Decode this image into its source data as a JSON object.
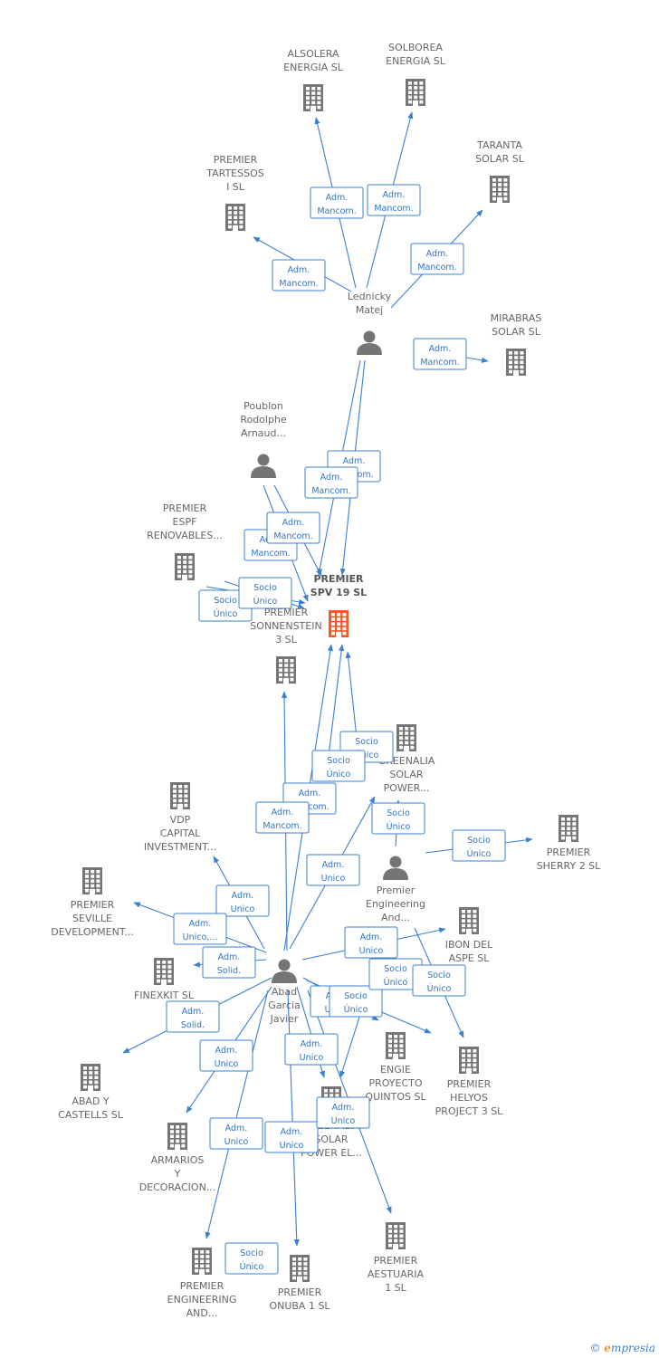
{
  "colors": {
    "building": "#757575",
    "focus": "#f05a28",
    "person": "#757575",
    "edge": "#3a80d0"
  },
  "nodes": [
    {
      "id": "spv19",
      "type": "company",
      "focus": true,
      "label": [
        "PREMIER",
        "SPV 19  SL"
      ]
    },
    {
      "id": "lednicky",
      "type": "person",
      "label": [
        "Lednicky",
        "Matej"
      ]
    },
    {
      "id": "abad",
      "type": "person",
      "label": [
        "Abad",
        "Garcia",
        "Javier"
      ]
    },
    {
      "id": "poublon",
      "type": "person",
      "label": [
        "Poublon",
        "Rodolphe",
        "Arnaud..."
      ]
    },
    {
      "id": "premeng",
      "type": "person",
      "label": [
        "Premier",
        "Engineering",
        "And..."
      ]
    },
    {
      "id": "alsolera",
      "type": "company",
      "label": [
        "ALSOLERA",
        "ENERGIA  SL"
      ]
    },
    {
      "id": "solborea",
      "type": "company",
      "label": [
        "SOLBOREA",
        "ENERGIA  SL"
      ]
    },
    {
      "id": "taranta",
      "type": "company",
      "label": [
        "TARANTA",
        "SOLAR  SL"
      ]
    },
    {
      "id": "tartessos",
      "type": "company",
      "label": [
        "PREMIER",
        "TARTESSOS",
        "I  SL"
      ]
    },
    {
      "id": "mirabras",
      "type": "company",
      "label": [
        "MIRABRAS",
        "SOLAR  SL"
      ]
    },
    {
      "id": "espf",
      "type": "company",
      "label": [
        "PREMIER",
        "ESPF",
        "RENOVABLES..."
      ]
    },
    {
      "id": "sonnenstein",
      "type": "company",
      "label": [
        "PREMIER",
        "SONNENSTEIN",
        "3  SL"
      ]
    },
    {
      "id": "greenalia1",
      "type": "company",
      "label": [
        "GREENALIA",
        "SOLAR",
        "POWER..."
      ]
    },
    {
      "id": "vdp",
      "type": "company",
      "label": [
        "VDP",
        "CAPITAL",
        "INVESTMENT..."
      ]
    },
    {
      "id": "sherry",
      "type": "company",
      "label": [
        "PREMIER",
        "SHERRY 2  SL"
      ]
    },
    {
      "id": "seville",
      "type": "company",
      "label": [
        "PREMIER",
        "SEVILLE",
        "DEVELOPMENT..."
      ]
    },
    {
      "id": "ibon",
      "type": "company",
      "label": [
        "IBON DEL",
        "ASPE SL"
      ]
    },
    {
      "id": "finexkit",
      "type": "company",
      "label": [
        "FINEXKIT SL"
      ]
    },
    {
      "id": "abadcast",
      "type": "company",
      "label": [
        "ABAD Y",
        "CASTELLS SL"
      ]
    },
    {
      "id": "engie",
      "type": "company",
      "label": [
        "ENGIE",
        "PROYECTO",
        "QUINTOS  SL"
      ]
    },
    {
      "id": "helyos",
      "type": "company",
      "label": [
        "PREMIER",
        "HELYOS",
        "PROJECT 3  SL"
      ]
    },
    {
      "id": "greenalia2",
      "type": "company",
      "label": [
        "GREENALIA",
        "SOLAR",
        "POWER EL..."
      ]
    },
    {
      "id": "armarios",
      "type": "company",
      "label": [
        "ARMARIOS",
        "Y",
        "DECORACION..."
      ]
    },
    {
      "id": "aestuaria",
      "type": "company",
      "label": [
        "PREMIER",
        "AESTUARIA",
        "1  SL"
      ]
    },
    {
      "id": "premeng2",
      "type": "company",
      "label": [
        "PREMIER",
        "ENGINEERING",
        "AND..."
      ]
    },
    {
      "id": "onuba",
      "type": "company",
      "label": [
        "PREMIER",
        "ONUBA 1  SL"
      ]
    }
  ],
  "edges": [
    {
      "label": [
        "Adm.",
        "Mancom."
      ]
    },
    {
      "label": [
        "Adm.",
        "Mancom."
      ]
    },
    {
      "label": [
        "Adm.",
        "Mancom."
      ]
    },
    {
      "label": [
        "Adm.",
        "Mancom."
      ]
    },
    {
      "label": [
        "Adm.",
        "Mancom."
      ]
    },
    {
      "label": [
        "Adm.",
        "Mancom."
      ]
    },
    {
      "label": [
        "Adm.",
        "Mancom."
      ]
    },
    {
      "label": [
        "Adm.",
        "Mancom."
      ]
    },
    {
      "label": [
        "Adm.",
        "Mancom."
      ]
    },
    {
      "label": [
        "Socio",
        "Único"
      ]
    },
    {
      "label": [
        "Socio",
        "Único"
      ]
    },
    {
      "label": [
        "Socio",
        "Único"
      ]
    },
    {
      "label": [
        "Socio",
        "Único"
      ]
    },
    {
      "label": [
        "Adm.",
        "Mancom."
      ]
    },
    {
      "label": [
        "Adm.",
        "Mancom."
      ]
    },
    {
      "label": [
        "Socio",
        "Único"
      ]
    },
    {
      "label": [
        "Socio",
        "Único"
      ]
    },
    {
      "label": [
        "Adm.",
        "Unico"
      ]
    },
    {
      "label": [
        "Adm.",
        "Unico"
      ]
    },
    {
      "label": [
        "Adm.",
        "Unico,..."
      ]
    },
    {
      "label": [
        "Adm.",
        "Solid."
      ]
    },
    {
      "label": [
        "Adm.",
        "Solid."
      ]
    },
    {
      "label": [
        "Adm.",
        "Unico"
      ]
    },
    {
      "label": [
        "Adm.",
        "Unico"
      ]
    },
    {
      "label": [
        "Adm.",
        "Unico"
      ]
    },
    {
      "label": [
        "Adm.",
        "Unico"
      ]
    },
    {
      "label": [
        "Adm.",
        "Unico"
      ]
    },
    {
      "label": [
        "Adm.",
        "Unico"
      ]
    },
    {
      "label": [
        "Socio",
        "Único"
      ]
    },
    {
      "label": [
        "Socio",
        "Único"
      ]
    },
    {
      "label": [
        "Socio",
        "Único"
      ]
    },
    {
      "label": [
        "Adm.",
        "Unico"
      ]
    },
    {
      "label": [
        "Socio",
        "Único"
      ]
    }
  ],
  "footer": {
    "copyright": "©",
    "brand_initial": "e",
    "brand_rest": "mpresia"
  }
}
